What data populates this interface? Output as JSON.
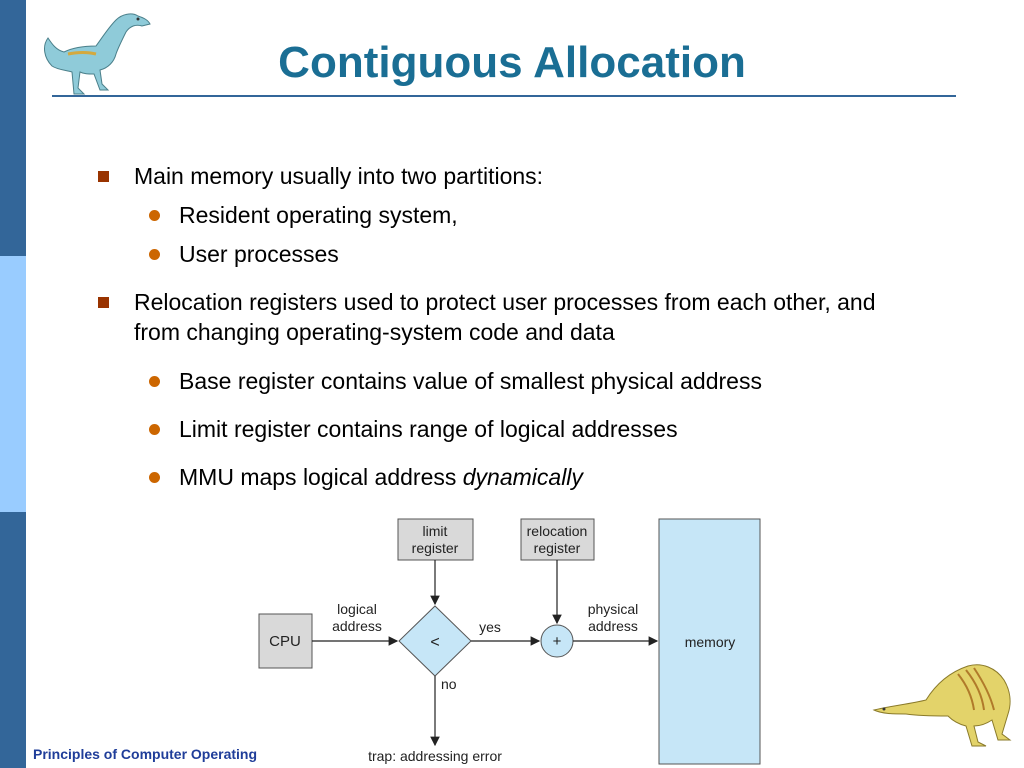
{
  "title": "Contiguous Allocation",
  "bullets": [
    {
      "text": "Main memory usually into two partitions:",
      "sub": [
        "Resident operating system,",
        "User processes"
      ]
    },
    {
      "text_line1": "Relocation registers used to protect user processes from each other, and",
      "text_line2": "from changing operating-system code and data",
      "sub": [
        "Base register contains value of smallest physical address",
        "Limit register contains range of logical addresses"
      ],
      "sub_last_prefix": "MMU maps logical address ",
      "sub_last_emphasis": "dynamically"
    }
  ],
  "diagram": {
    "cpu": "CPU",
    "limit_register": [
      "limit",
      "register"
    ],
    "relocation_register": [
      "relocation",
      "register"
    ],
    "logical_address": [
      "logical",
      "address"
    ],
    "physical_address": [
      "physical",
      "address"
    ],
    "compare_symbol": "<",
    "add_symbol": "+",
    "yes": "yes",
    "no": "no",
    "trap": "trap: addressing error",
    "memory": "memory"
  },
  "footer": "Principles of Computer Operating",
  "colors": {
    "sidebar_dark": "#336699",
    "sidebar_light": "#99ccff",
    "title": "#1a6e94",
    "square_bullet": "#993300",
    "round_bullet": "#cc6600",
    "diagram_box_gray": "#d9d9d9",
    "diagram_blue": "#c6e6f7"
  }
}
